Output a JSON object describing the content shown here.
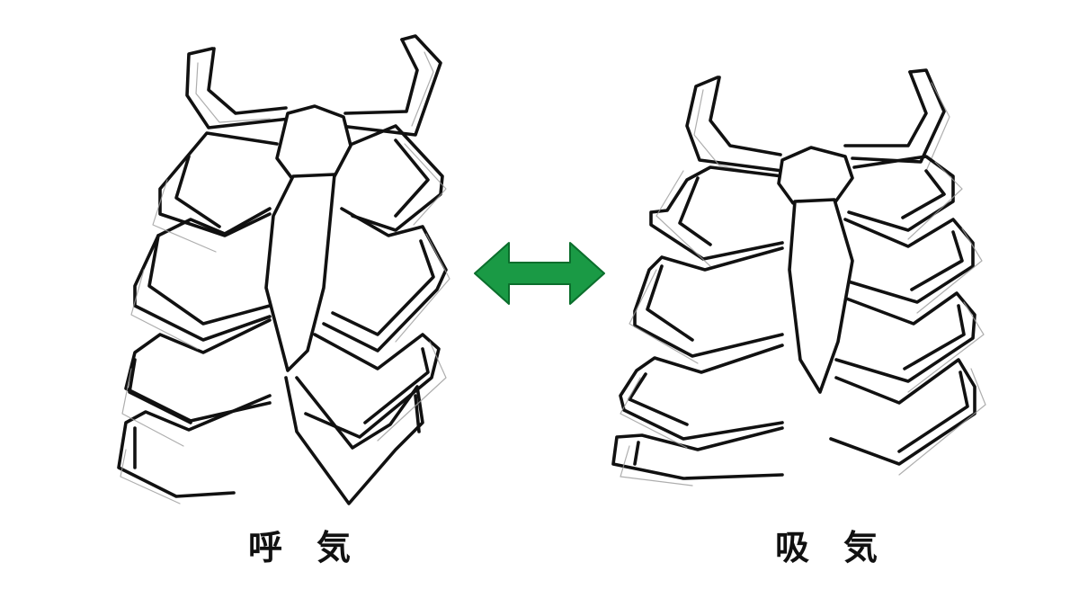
{
  "labels": {
    "exhale": "呼　気",
    "inhale": "吸　気"
  },
  "arrow": {
    "color": "#1a9a45",
    "stroke": "#0b6e2c",
    "meaning": "bidirectional"
  },
  "icons": {
    "left_figure": "ribcage-exhale-icon",
    "right_figure": "ribcage-inhale-icon",
    "arrow": "double-arrow-icon"
  },
  "colors": {
    "ink": "#111111",
    "background": "#ffffff",
    "sketch_shadow": "#9a9a9a"
  }
}
